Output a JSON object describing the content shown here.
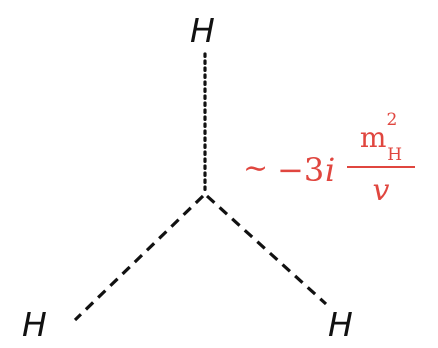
{
  "particles": {
    "top": "H",
    "left": "H",
    "right": "H"
  },
  "coupling": {
    "tilde": "∼",
    "coefficient": "−3",
    "imaginary": "i",
    "numerator_base": "m",
    "numerator_superscript": "2",
    "numerator_subscript": "H",
    "denominator": "v"
  },
  "colors": {
    "lines": "#111111",
    "coupling": "#e0463f"
  }
}
